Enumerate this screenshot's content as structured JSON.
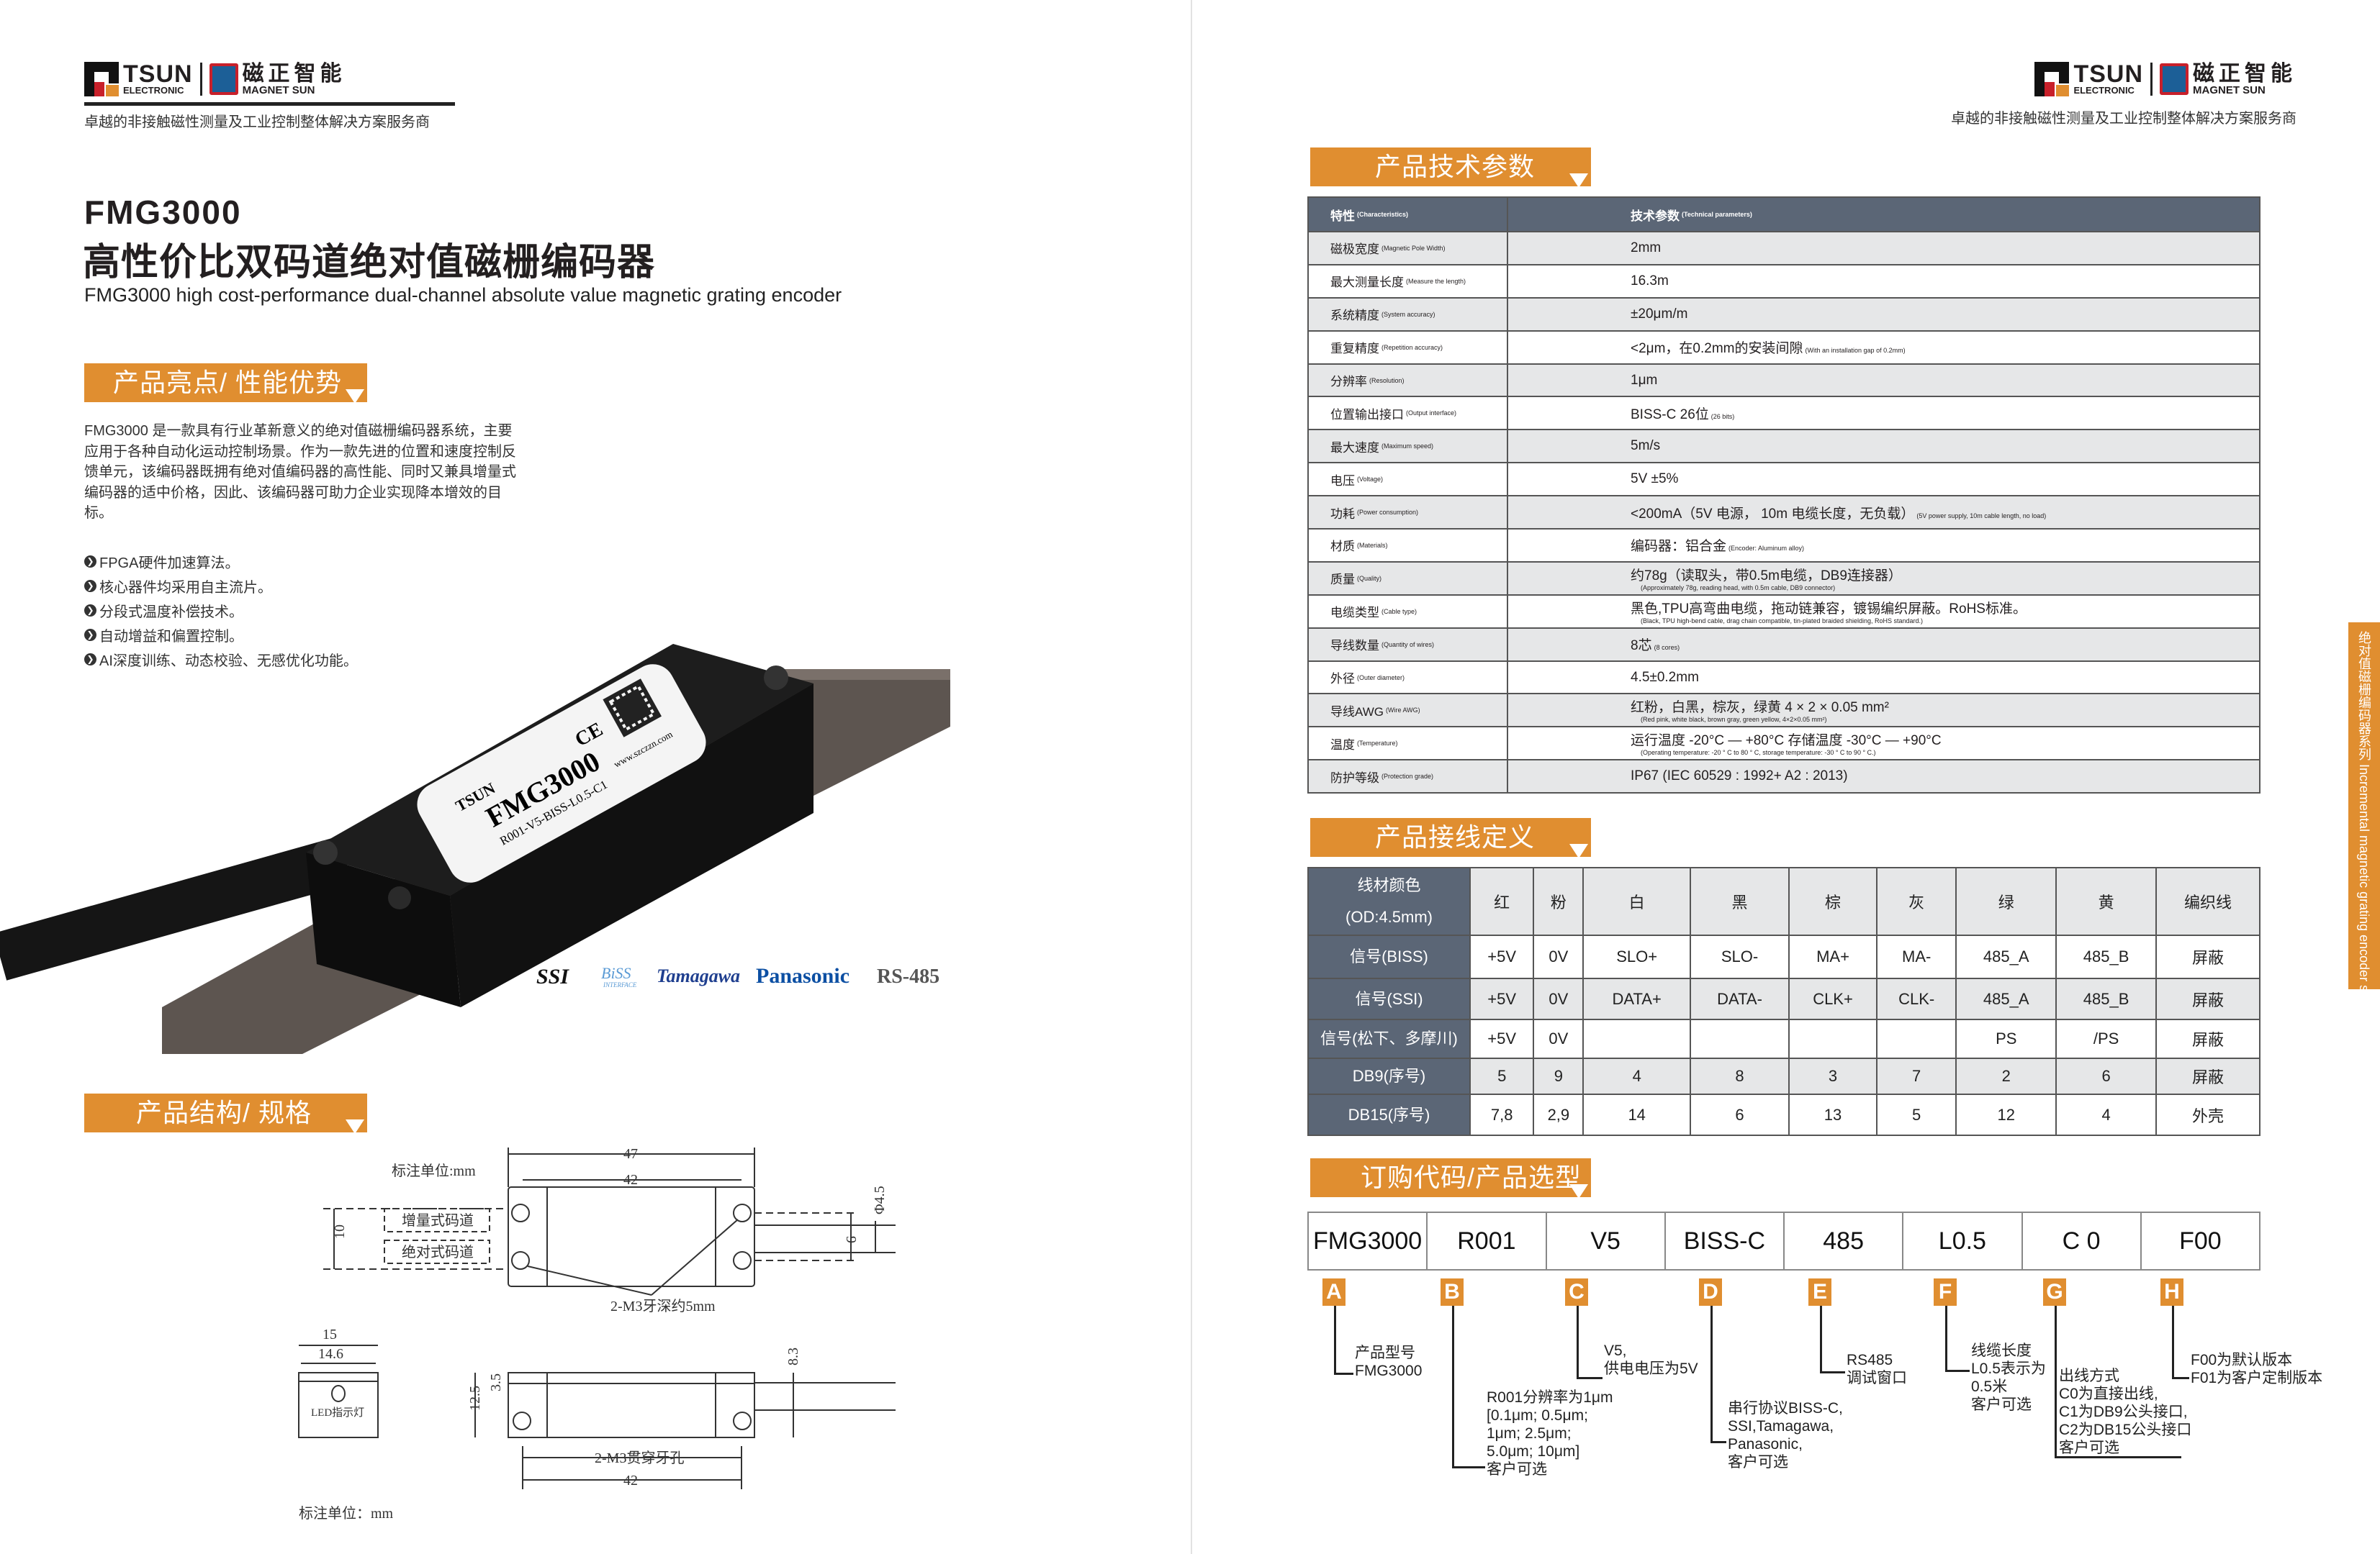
{
  "logo": {
    "brand": "TSUN",
    "brand_sub": "ELECTRONIC",
    "brand_cn": "磁正智能",
    "brand_en": "MAGNET SUN",
    "tagline": "卓越的非接触磁性测量及工业控制整体解决方案服务商"
  },
  "left": {
    "model": "FMG3000",
    "title_cn": "高性价比双码道绝对值磁栅编码器",
    "title_en": "FMG3000 high cost-performance dual-channel absolute value magnetic grating encoder",
    "section_highlights": "产品亮点/ 性能优势",
    "intro": "FMG3000 是一款具有行业革新意义的绝对值磁栅编码器系统，主要应用于各种自动化运动控制场景。作为一款先进的位置和速度控制反馈单元，该编码器既拥有绝对值编码器的高性能、同时又兼具增量式编码器的适中价格，因此、该编码器可助力企业实现降本增效的目标。",
    "bullets": [
      "FPGA硬件加速算法。",
      "核心器件均采用自主流片。",
      "分段式温度补偿技术。",
      "自动增益和偏置控制。",
      "AI深度训练、动态校验、无感优化功能。"
    ],
    "product_label": {
      "model": "FMG3000",
      "code": "R001-V5-BISS-L0.5-C1",
      "url": "www.szczzn.com",
      "ce": "CE"
    },
    "protocol_logos": [
      "SSI",
      "BiSS",
      "Tamagawa",
      "Panasonic",
      "RS-485"
    ],
    "biss_sub": "INTERFACE",
    "section_structure": "产品结构/ 规格",
    "drawing": {
      "unit_top": "标注单位:mm",
      "dim_47": "47",
      "dim_42_top": "42",
      "track_inc": "增量式码道",
      "track_abs": "绝对式码道",
      "dim_10": "10",
      "dim_9": "9",
      "dim_phi": "Φ4.5",
      "hole_note": "2-M3牙深约5mm",
      "dim_15": "15",
      "dim_14_6": "14.6",
      "led": "LED指示灯",
      "dim_12_5": "12.5",
      "dim_3_5": "3.5",
      "dim_8_3": "8.3",
      "through_hole": "2-M3贯穿牙孔",
      "dim_42_bottom": "42",
      "unit_bottom": "标注单位：mm"
    }
  },
  "right": {
    "section_params": "产品技术参数",
    "spec_header": {
      "c1": "特性",
      "c1_en": "(Characteristics)",
      "c2": "技术参数",
      "c2_en": "(Technical parameters)"
    },
    "spec_rows": [
      {
        "label": "磁极宽度",
        "label_en": "(Magnetic Pole Width)",
        "value": "2mm",
        "value_en": "",
        "note": ""
      },
      {
        "label": "最大测量长度",
        "label_en": "(Measure the length)",
        "value": "16.3m",
        "value_en": "",
        "note": ""
      },
      {
        "label": "系统精度",
        "label_en": "(System accuracy)",
        "value": "±20μm/m",
        "value_en": "",
        "note": ""
      },
      {
        "label": "重复精度",
        "label_en": "(Repetition accuracy)",
        "value": "<2μm，在0.2mm的安装间隙",
        "value_en": "(With an installation gap of 0.2mm)",
        "note": ""
      },
      {
        "label": "分辨率",
        "label_en": "(Resolution)",
        "value": "1μm",
        "value_en": "",
        "note": ""
      },
      {
        "label": "位置输出接口",
        "label_en": "(Output interface)",
        "value": "BISS-C  26位",
        "value_en": "(26 bits)",
        "note": ""
      },
      {
        "label": "最大速度",
        "label_en": "(Maximum speed)",
        "value": "5m/s",
        "value_en": "",
        "note": ""
      },
      {
        "label": "电压",
        "label_en": "(Voltage)",
        "value": "5V  ±5%",
        "value_en": "",
        "note": ""
      },
      {
        "label": "功耗",
        "label_en": "(Power consumption)",
        "value": "<200mA（5V 电源， 10m 电缆长度，无负载）",
        "value_en": "(5V power supply, 10m cable length, no load)",
        "note": ""
      },
      {
        "label": "材质",
        "label_en": "(Materials)",
        "value": "编码器：铝合金",
        "value_en": "(Encoder: Aluminum alloy)",
        "note": ""
      },
      {
        "label": "质量",
        "label_en": "(Quality)",
        "value": "约78g（读取头，带0.5m电缆，DB9连接器）",
        "value_en": "",
        "note": "(Approximately 78g, reading head, with 0.5m cable, DB9 connector)"
      },
      {
        "label": "电缆类型",
        "label_en": "(Cable type)",
        "value": "黑色,TPU高弯曲电缆，拖动链兼容，镀锡编织屏蔽。RoHS标准。",
        "value_en": "",
        "note": "(Black, TPU high-bend cable, drag chain compatible, tin-plated braided shielding, RoHS standard.)"
      },
      {
        "label": "导线数量",
        "label_en": "(Quantity of wires)",
        "value": "8芯",
        "value_en": "(8 cores)",
        "note": ""
      },
      {
        "label": "外径",
        "label_en": "(Outer diameter)",
        "value": "4.5±0.2mm",
        "value_en": "",
        "note": ""
      },
      {
        "label": "导线AWG",
        "label_en": "(Wire AWG)",
        "value": "红粉，白黑，棕灰，绿黄  4 × 2 × 0.05 mm²",
        "value_en": "",
        "note": "(Red pink, white black, brown gray, green yellow, 4×2×0.05 mm²)"
      },
      {
        "label": "温度",
        "label_en": "(Temperature)",
        "value": "运行温度 -20°C — +80°C     存储温度 -30°C — +90°C",
        "value_en": "",
        "note": "(Operating temperature: -20 ° C to 80 ° C, storage temperature: -30 ° C to 90 ° C.)"
      },
      {
        "label": "防护等级",
        "label_en": "(Protection grade)",
        "value": "IP67  (IEC 60529 : 1992+ A2 : 2013)",
        "value_en": "",
        "note": ""
      }
    ],
    "section_wiring": "产品接线定义",
    "wiring": {
      "header_label": "线材颜色",
      "header_sub": "(OD:4.5mm)",
      "colors": [
        "红",
        "粉",
        "白",
        "黑",
        "棕",
        "灰",
        "绿",
        "黄",
        "编织线"
      ],
      "rows": [
        {
          "label": "信号(BISS)",
          "cells": [
            "+5V",
            "0V",
            "SLO+",
            "SLO-",
            "MA+",
            "MA-",
            "485_A",
            "485_B",
            "屏蔽"
          ]
        },
        {
          "label": "信号(SSI)",
          "cells": [
            "+5V",
            "0V",
            "DATA+",
            "DATA-",
            "CLK+",
            "CLK-",
            "485_A",
            "485_B",
            "屏蔽"
          ]
        },
        {
          "label": "信号(松下、多摩川)",
          "cells": [
            "+5V",
            "0V",
            "",
            "",
            "",
            "",
            "PS",
            "/PS",
            "屏蔽"
          ]
        },
        {
          "label": "DB9(序号)",
          "cells": [
            "5",
            "9",
            "4",
            "8",
            "3",
            "7",
            "2",
            "6",
            "屏蔽"
          ]
        },
        {
          "label": "DB15(序号)",
          "cells": [
            "7,8",
            "2,9",
            "14",
            "6",
            "13",
            "5",
            "12",
            "4",
            "外壳"
          ]
        }
      ]
    },
    "section_order": "订购代码/产品选型",
    "order_code": [
      "FMG3000",
      "R001",
      "V5",
      "BISS-C",
      "485",
      "L0.5",
      "C 0",
      "F00"
    ],
    "code_letters": [
      "A",
      "B",
      "C",
      "D",
      "E",
      "F",
      "G",
      "H"
    ],
    "code_desc": [
      [
        "产品型号",
        "FMG3000"
      ],
      [
        "R001分辨率为1μm",
        "[0.1μm; 0.5μm;",
        "1μm; 2.5μm;",
        "5.0μm; 10μm]",
        "客户可选"
      ],
      [
        "V5,",
        "供电电压为5V"
      ],
      [
        "串行协议BISS-C,",
        "SSI,Tamagawa,",
        "Panasonic,",
        "客户可选"
      ],
      [
        "RS485",
        "调试窗口"
      ],
      [
        "线缆长度",
        "L0.5表示为",
        "0.5米",
        "客户可选"
      ],
      [
        "出线方式",
        "C0为直接出线,",
        "C1为DB9公头接口,",
        "C2为DB15公头接口",
        "客户可选"
      ],
      [
        "F00为默认版本",
        "F01为客户定制版本"
      ]
    ],
    "side_tab": "绝对值磁栅编码器系列 Incremental magnetic grating encoder series"
  },
  "colors": {
    "accent": "#e08e30",
    "table_header": "#5b6676",
    "row_alt": "#e6e7e8"
  }
}
